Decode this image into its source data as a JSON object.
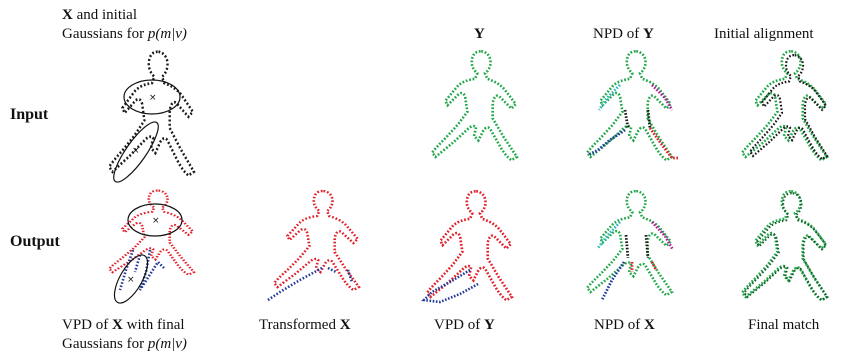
{
  "captions": {
    "x_init_line1": {
      "bold": "X",
      "text": " and initial"
    },
    "x_init_line2": {
      "text": "Gaussians for ",
      "italic": "p(m|v)"
    },
    "y": {
      "bold": "Y"
    },
    "npd_y": {
      "text": "NPD of ",
      "bold": "Y"
    },
    "initial_alignment": {
      "text": "Initial alignment"
    },
    "vpd_x_line1": {
      "text": "VPD of ",
      "bold": "X",
      "tail": " with final"
    },
    "vpd_x_line2": {
      "text": "Gaussians for ",
      "italic": "p(m|v)"
    },
    "transformed_x": {
      "text": "Transformed ",
      "bold": "X"
    },
    "vpd_y": {
      "text": "VPD of ",
      "bold": "Y"
    },
    "npd_x": {
      "text": "NPD of ",
      "bold": "X"
    },
    "final_match": {
      "text": "Final match"
    }
  },
  "row_labels": {
    "input": "Input",
    "output": "Output"
  },
  "colors": {
    "black": "#1a1a1a",
    "green": "#22a84a",
    "red": "#e0202a",
    "blue": "#243a9a",
    "cyan": "#2fb8c0",
    "magenta": "#b0209a",
    "dark_green": "#135e2a"
  }
}
